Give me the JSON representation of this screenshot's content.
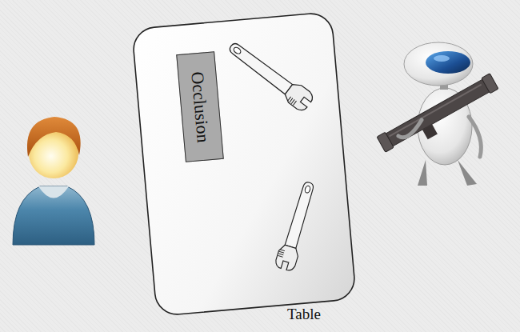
{
  "diagram": {
    "nodes": [
      {
        "text": [
          "Table"
        ]
      },
      {
        "text": [
          "Occlusion"
        ],
        "in": 0
      }
    ]
  }
}
